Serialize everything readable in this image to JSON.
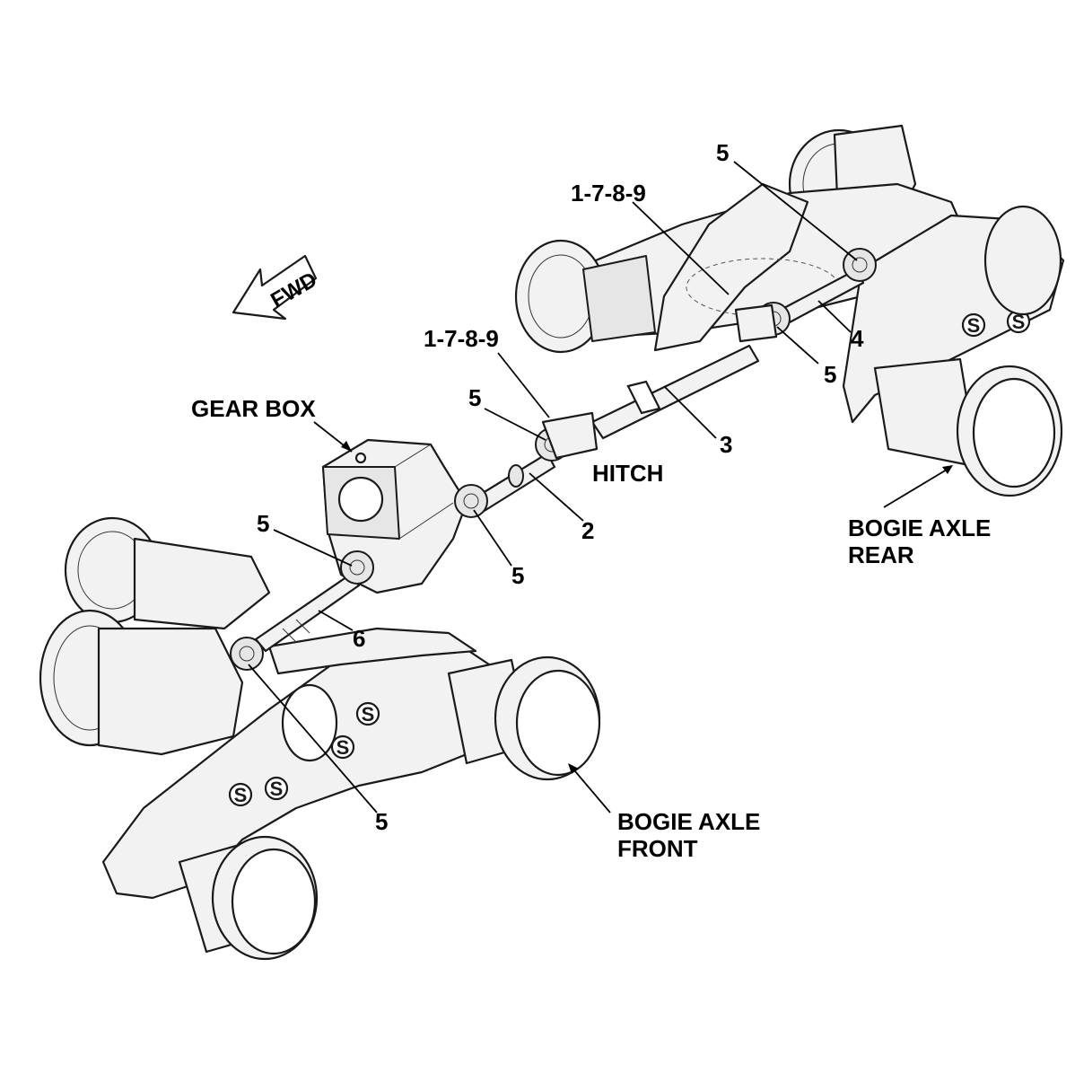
{
  "direction_arrow": {
    "label": "FWD"
  },
  "labels": {
    "gear_box": "GEAR BOX",
    "hitch": "HITCH",
    "bogie_axle_rear": [
      "BOGIE AXLE",
      "REAR"
    ],
    "bogie_axle_front": [
      "BOGIE AXLE",
      "FRONT"
    ],
    "callout_1789_upper": "1-7-8-9",
    "callout_1789_lower": "1-7-8-9",
    "callout_2": "2",
    "callout_3": "3",
    "callout_4": "4",
    "callout_6": "6",
    "callout_5_top_right": "5",
    "callout_5_rear_lower": "5",
    "callout_5_hitch": "5",
    "callout_5_gearbox_right": "5",
    "callout_5_gearbox_left": "5",
    "callout_5_front_bottom": "5"
  },
  "frame_mark": "S"
}
